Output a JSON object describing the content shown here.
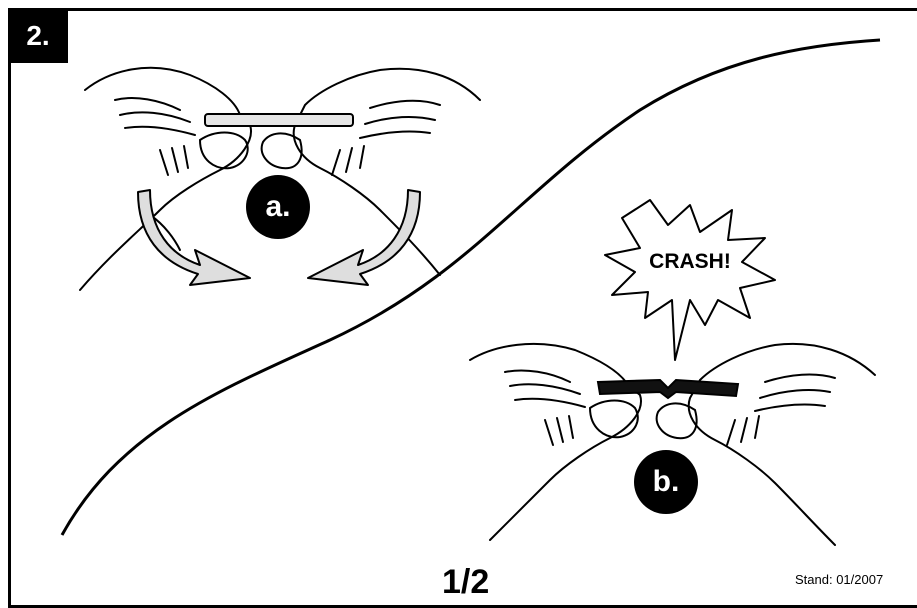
{
  "step": {
    "number": "2."
  },
  "labels": {
    "a": "a.",
    "b": "b."
  },
  "burst": {
    "text": "CRASH!"
  },
  "footer": {
    "page": "1/2",
    "stand": "Stand: 01/2007"
  },
  "colors": {
    "ink": "#000000",
    "arrow_fill": "#dedede",
    "strip_fill": "#e6e6e6"
  }
}
